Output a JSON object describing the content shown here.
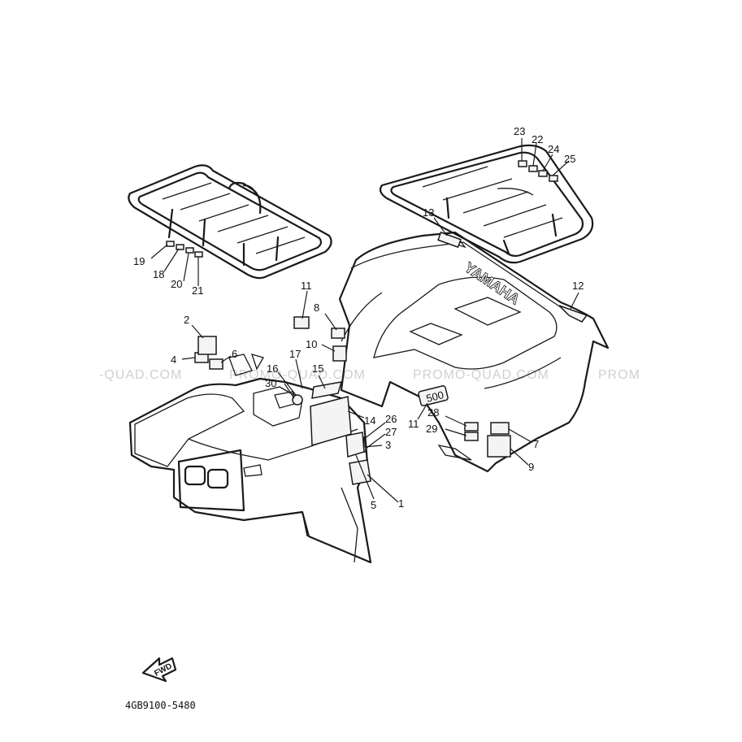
{
  "watermarks": [
    "-QUAD.COM",
    "PROMO-QUAD.COM",
    "PROMO-QUAD.COM",
    "PROM"
  ],
  "diagram_code": "4GB9100-5480",
  "fwd_label": "FWD",
  "fender_brand": "YAMAHA",
  "badge_500": "500",
  "callouts": {
    "c1": "1",
    "c2": "2",
    "c3": "3",
    "c4": "4",
    "c5": "5",
    "c6": "6",
    "c7": "7",
    "c8": "8",
    "c9": "9",
    "c10": "10",
    "c11a": "11",
    "c11b": "11",
    "c12": "12",
    "c13": "13",
    "c14": "14",
    "c15": "15",
    "c16": "16",
    "c17": "17",
    "c18": "18",
    "c19": "19",
    "c20": "20",
    "c21": "21",
    "c22": "22",
    "c23": "23",
    "c24": "24",
    "c25": "25",
    "c26": "26",
    "c27": "27",
    "c28": "28",
    "c29": "29",
    "c30": "30"
  },
  "colors": {
    "line": "#1a1a1a",
    "background": "#ffffff",
    "watermark": "#d0d0d0"
  }
}
